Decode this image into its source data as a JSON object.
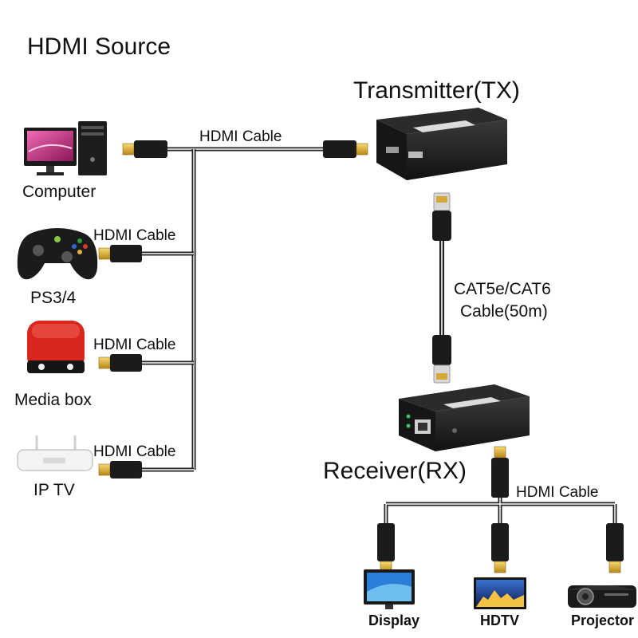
{
  "title": "HDMI Source",
  "transmitter_label": "Transmitter(TX)",
  "receiver_label": "Receiver(RX)",
  "cat_cable_line1": "CAT5e/CAT6",
  "cat_cable_line2": "Cable(50m)",
  "cable_label": "HDMI Cable",
  "sources": {
    "computer": "Computer",
    "ps": "PS3/4",
    "media_box": "Media box",
    "iptv": "IP TV"
  },
  "outputs": {
    "display": "Display",
    "hdtv": "HDTV",
    "projector": "Projector"
  },
  "icons": {
    "computer": "desktop-computer-icon",
    "gamepad": "gamepad-icon",
    "media_box": "media-box-icon",
    "router": "router-icon",
    "transmitter": "transmitter-box-icon",
    "receiver": "receiver-box-icon",
    "monitor": "monitor-icon",
    "tv": "tv-icon",
    "projector": "projector-icon"
  },
  "colors": {
    "cable": "#1a1a1a",
    "plug_gold": "#e2b43a",
    "device_body": "#1c1c1c",
    "media_box_red": "#d8261c",
    "monitor_screen": "#c92580"
  }
}
